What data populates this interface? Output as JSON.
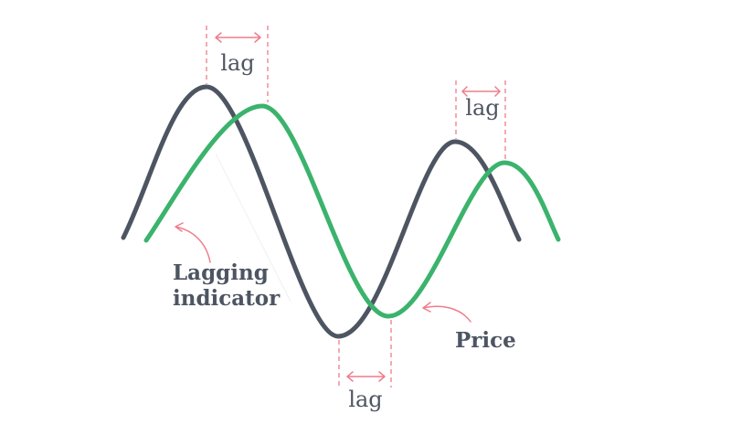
{
  "colors": {
    "indicator_line": "#4d5562",
    "price_line": "#3bb36c",
    "lag_marker": "#ef7d8c",
    "text": "#4d5562"
  },
  "lag_labels": [
    "lag",
    "lag",
    "lag"
  ],
  "callouts": {
    "indicator_line1": "Lagging",
    "indicator_line2": "indicator",
    "price": "Price"
  }
}
